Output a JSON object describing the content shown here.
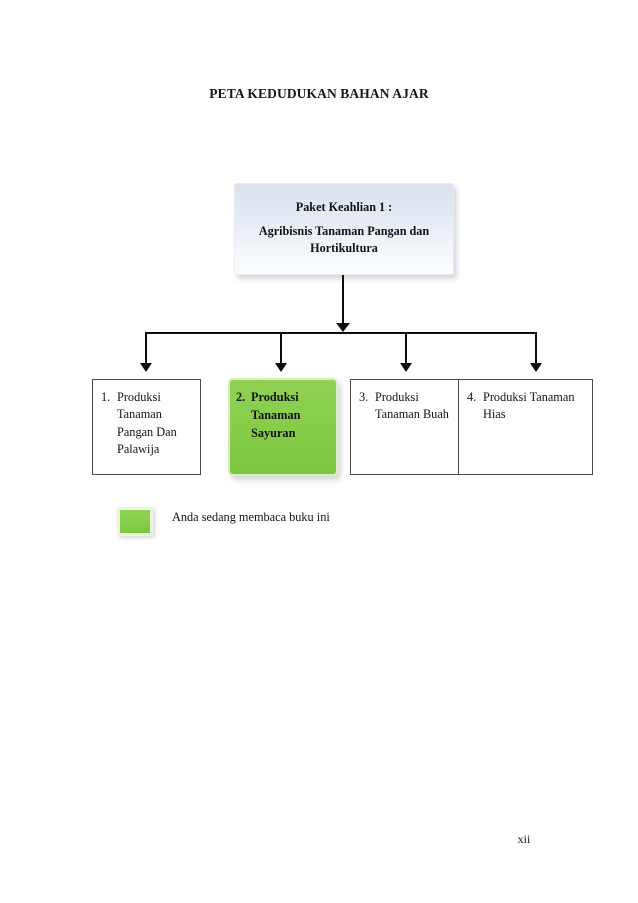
{
  "document": {
    "title": "PETA KEDUDUKAN BAHAN AJAR",
    "page_number": "xii"
  },
  "diagram": {
    "root": {
      "heading": "Paket Keahlian 1 :",
      "subheading": "Agribisnis Tanaman Pangan dan Hortikultura",
      "fill_color": "#dce4ef"
    },
    "children": [
      {
        "number": "1.",
        "text": "Produksi Tanaman Pangan Dan Palawija",
        "highlighted": false,
        "fill_color": "#ffffff"
      },
      {
        "number": "2.",
        "text": "Produksi Tanaman Sayuran",
        "highlighted": true,
        "fill_color": "#88ce4b"
      },
      {
        "number": "3.",
        "text": "Produksi Tanaman Buah",
        "highlighted": false,
        "fill_color": "#ffffff"
      },
      {
        "number": "4.",
        "text": "Produksi Tanaman Hias",
        "highlighted": false,
        "fill_color": "#ffffff"
      }
    ]
  },
  "legend": {
    "swatch_color": "#88ce4b",
    "label": "Anda sedang membaca buku ini"
  }
}
